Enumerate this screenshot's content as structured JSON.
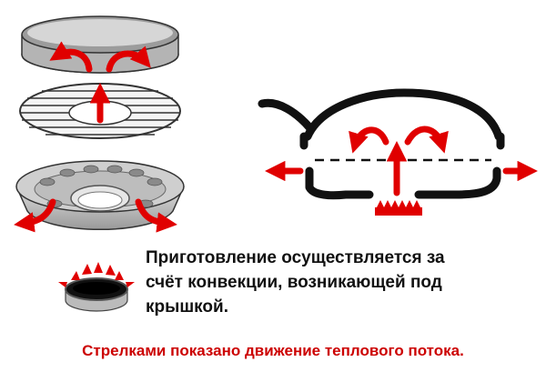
{
  "caption": {
    "lines": [
      "Приготовление осуществляется за",
      "счёт конвекции, возникающей под",
      "крышкой."
    ]
  },
  "footer": {
    "text": "Стрелками показано движение теплового потока.",
    "color": "#cc0000"
  },
  "colors": {
    "arrow": "#e00000",
    "outline": "#111111",
    "metal_light": "#e8e8e8",
    "metal_mid": "#b0b0b0",
    "metal_dark": "#7a7a7a"
  },
  "icons": {
    "burner": "gas-burner-icon",
    "flame": "flame-icon"
  }
}
